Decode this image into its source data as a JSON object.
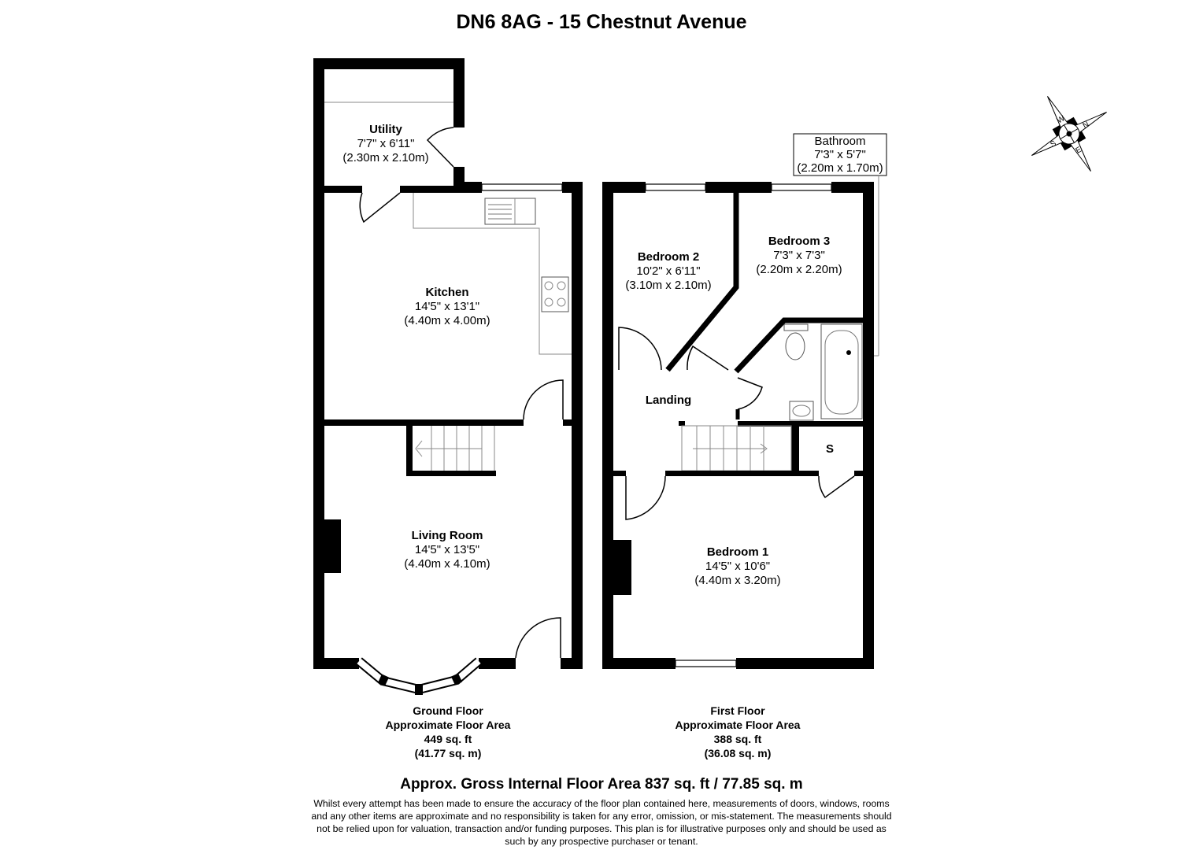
{
  "title": "DN6 8AG - 15 Chestnut Avenue",
  "compass": {
    "icon": "compass-rose-icon",
    "labels": [
      "W",
      "S",
      "N",
      "E"
    ]
  },
  "ground_floor": {
    "rooms": [
      {
        "name": "Utility",
        "imperial": "7'7\" x 6'11\"",
        "metric": "(2.30m x 2.10m)"
      },
      {
        "name": "Kitchen",
        "imperial": "14'5\" x 13'1\"",
        "metric": "(4.40m x 4.00m)"
      },
      {
        "name": "Living Room",
        "imperial": "14'5\" x 13'5\"",
        "metric": "(4.40m x 4.10m)"
      }
    ],
    "summary": [
      "Ground Floor",
      "Approximate Floor Area",
      "449 sq. ft",
      "(41.77 sq. m)"
    ]
  },
  "first_floor": {
    "rooms": [
      {
        "name": "Bedroom 2",
        "imperial": "10'2\" x 6'11\"",
        "metric": "(3.10m x 2.10m)"
      },
      {
        "name": "Bedroom 3",
        "imperial": "7'3\" x 7'3\"",
        "metric": "(2.20m x 2.20m)"
      },
      {
        "name": "Bathroom",
        "imperial": "7'3\" x 5'7\"",
        "metric": "(2.20m x 1.70m)"
      },
      {
        "name": "Landing"
      },
      {
        "name": "S"
      },
      {
        "name": "Bedroom 1",
        "imperial": "14'5\" x 10'6\"",
        "metric": "(4.40m x 3.20m)"
      }
    ],
    "summary": [
      "First Floor",
      "Approximate Floor Area",
      "388 sq. ft",
      "(36.08 sq. m)"
    ]
  },
  "gross_area": "Approx. Gross Internal Floor Area 837 sq. ft / 77.85 sq. m",
  "disclaimer": "Whilst every attempt has been made to ensure the accuracy of the floor plan contained here, measurements of doors, windows, rooms and any other items are approximate and no responsibility is taken for any error, omission, or mis-statement. The measurements should not be relied upon for valuation, transaction and/or funding purposes. This plan is for illustrative purposes only and should be used as such by any prospective purchaser or tenant."
}
